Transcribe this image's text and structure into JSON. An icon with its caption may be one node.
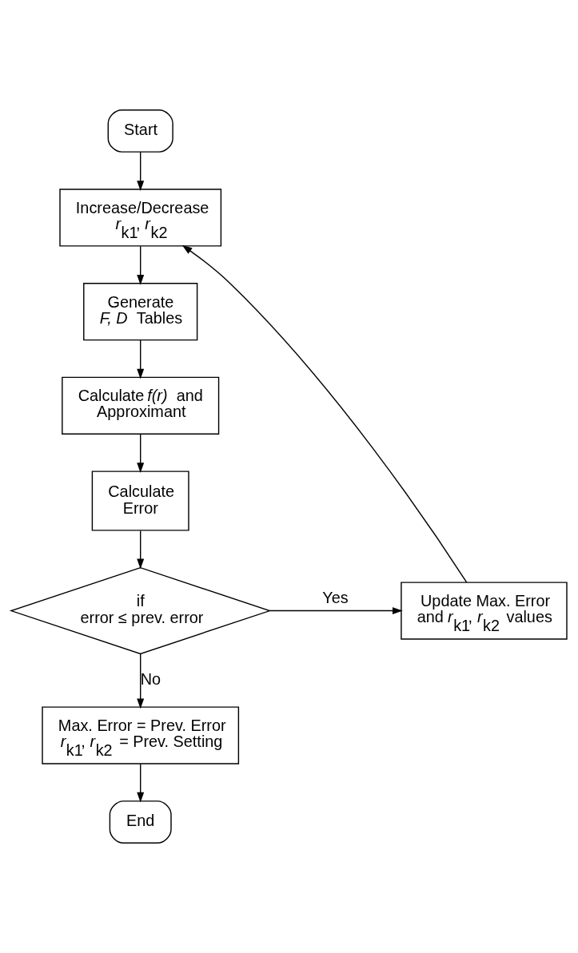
{
  "diagram": {
    "nodes": [
      {
        "text": [
          "Start"
        ]
      },
      {
        "text": [
          "Increase/Decrease *r*$_{k1}$, *r*$_{k2}$"
        ]
      },
      {
        "text": [
          "Generate *F, D* Tables"
        ]
      },
      {
        "text": [
          "Calculate *f(r)* and Approximant"
        ]
      },
      {
        "text": [
          "Calculate Error"
        ]
      },
      {
        "text": [
          "if error ≤ prev. error"
        ]
      },
      {
        "text": [
          "Update Max. Error and *r*$_{k1}$, *r*$_{k2}$ values"
        ]
      },
      {
        "text": [
          "Max. Error = Prev. Error *r*$_{k1}$, *r*$_{k2}$ = Prev. Setting"
        ]
      },
      {
        "text": [
          "End"
        ]
      }
    ],
    "edges": [
      {
        "from": 0,
        "to": 1,
        "arrow": "to"
      },
      {
        "from": 1,
        "to": 2,
        "arrow": "to"
      },
      {
        "from": 2,
        "to": 3,
        "arrow": "to"
      },
      {
        "from": 3,
        "to": 4,
        "arrow": "to"
      },
      {
        "from": 4,
        "to": 5,
        "arrow": "to"
      },
      {
        "from": 5,
        "to": 6,
        "arrow": "to",
        "label": "Yes"
      },
      {
        "from": 6,
        "to": 1,
        "arrow": "to"
      },
      {
        "from": 5,
        "to": 7,
        "arrow": "to",
        "label": "No"
      },
      {
        "from": 7,
        "to": 8,
        "arrow": "to"
      }
    ]
  }
}
